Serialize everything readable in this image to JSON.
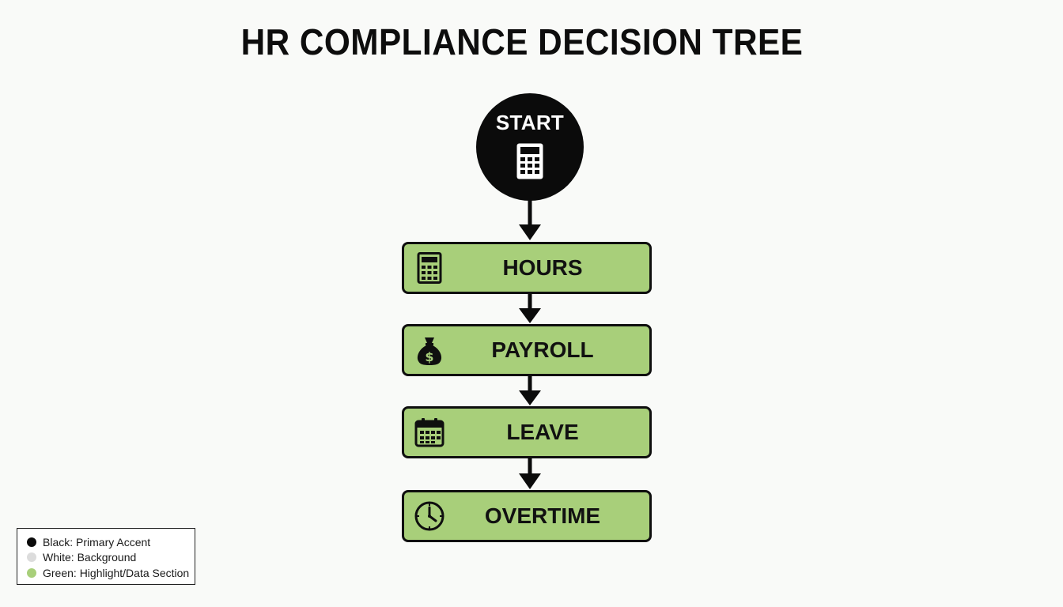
{
  "title": "HR COMPLIANCE DECISION TREE",
  "start": {
    "label": "START",
    "icon": "calculator-icon"
  },
  "steps": [
    {
      "label": "HOURS",
      "icon": "calculator-icon"
    },
    {
      "label": "PAYROLL",
      "icon": "money-bag-icon"
    },
    {
      "label": "LEAVE",
      "icon": "calendar-icon"
    },
    {
      "label": "OVERTIME",
      "icon": "clock-icon"
    }
  ],
  "legend": {
    "items": [
      {
        "label": "Black: Primary Accent",
        "color": "#0b0b0b"
      },
      {
        "label": "White: Background",
        "color": "#dcdcdc"
      },
      {
        "label": "Green: Highlight/Data Section",
        "color": "#a8cf7a"
      }
    ]
  },
  "colors": {
    "accent": "#0b0b0b",
    "background": "#f9faf8",
    "highlight": "#a8cf7a"
  }
}
